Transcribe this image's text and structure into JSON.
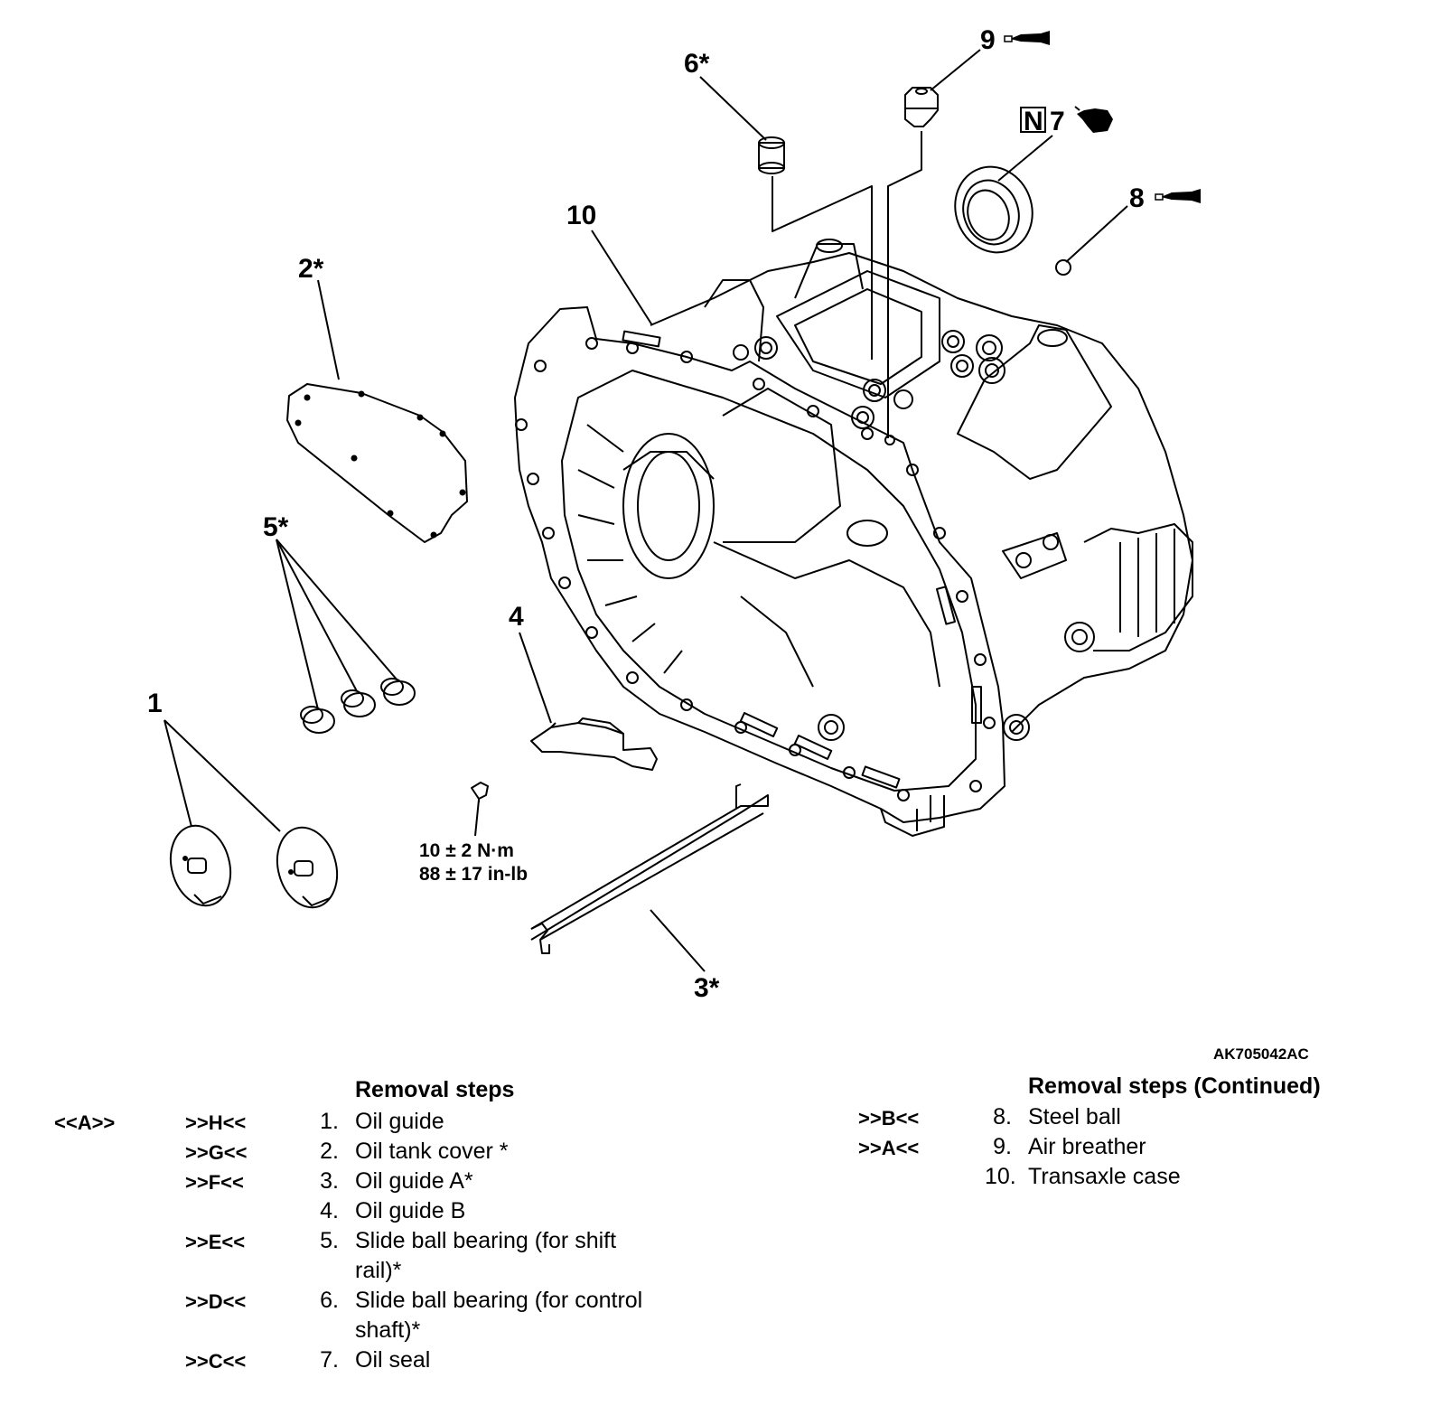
{
  "figure_id": "AK705042AC",
  "callouts": {
    "c1": "1",
    "c2": "2*",
    "c3": "3*",
    "c4": "4",
    "c5": "5*",
    "c6": "6*",
    "c7": "7",
    "c8": "8",
    "c9": "9",
    "c10": "10",
    "n_mark": "N"
  },
  "torque": {
    "line1": "10 ± 2 N·m",
    "line2": "88 ± 17 in-lb"
  },
  "left_list": {
    "title": "Removal steps",
    "outer_ref": "<<A>>",
    "rows": [
      {
        "ref": ">>H<<",
        "num": "1.",
        "text": "Oil guide"
      },
      {
        "ref": ">>G<<",
        "num": "2.",
        "text": "Oil tank cover *"
      },
      {
        "ref": ">>F<<",
        "num": "3.",
        "text": "Oil guide A*"
      },
      {
        "ref": "",
        "num": "4.",
        "text": "Oil guide B"
      },
      {
        "ref": ">>E<<",
        "num": "5.",
        "text": "Slide ball bearing (for shift",
        "cont": "rail)*"
      },
      {
        "ref": ">>D<<",
        "num": "6.",
        "text": "Slide ball bearing (for control",
        "cont": "shaft)*"
      },
      {
        "ref": ">>C<<",
        "num": "7.",
        "text": "Oil seal"
      }
    ]
  },
  "right_list": {
    "title": "Removal steps (Continued)",
    "rows": [
      {
        "ref": ">>B<<",
        "num": "8.",
        "text": "Steel ball"
      },
      {
        "ref": ">>A<<",
        "num": "9.",
        "text": "Air breather"
      },
      {
        "ref": "",
        "num": "10.",
        "text": "Transaxle case"
      }
    ]
  }
}
